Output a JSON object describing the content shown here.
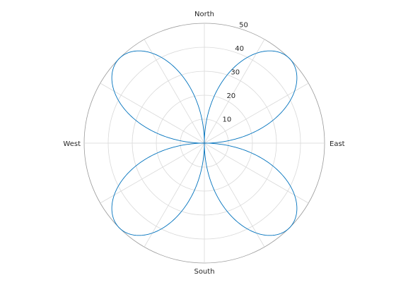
{
  "chart_data": {
    "type": "polar-line",
    "title": "",
    "curve": "rose",
    "r_formula": "50*|sin(2*theta)|",
    "petals": 4,
    "r_max": 50,
    "theta_samples": 721,
    "rlim": [
      0,
      50
    ],
    "r_ticks": [
      10,
      20,
      30,
      40,
      50
    ],
    "theta_grid_deg": [
      0,
      30,
      60,
      90,
      120,
      150,
      180,
      210,
      240,
      270,
      300,
      330
    ],
    "direction_labels": [
      {
        "label": "North",
        "angle_deg": 90
      },
      {
        "label": "East",
        "angle_deg": 0
      },
      {
        "label": "South",
        "angle_deg": 270
      },
      {
        "label": "West",
        "angle_deg": 180
      }
    ],
    "grid": true,
    "series": [
      {
        "color": "#0072bd"
      }
    ],
    "colors": {
      "grid": "#d9d9d9",
      "axis": "#9a9a9a",
      "text": "#262626"
    }
  }
}
